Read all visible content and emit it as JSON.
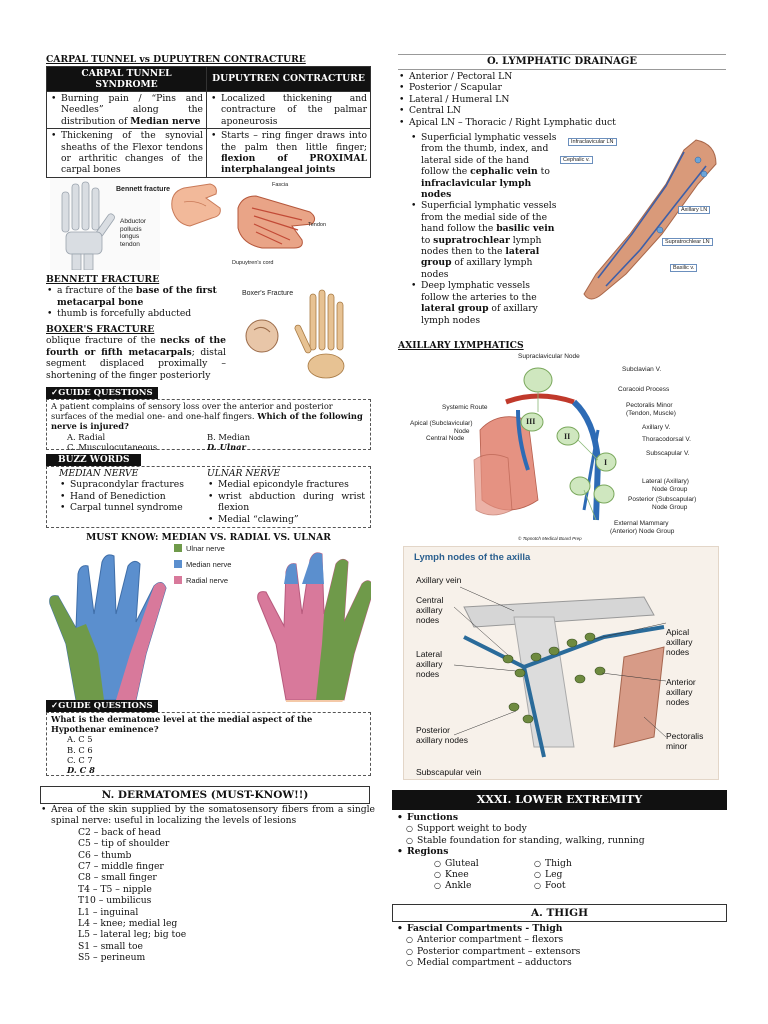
{
  "carpal": {
    "title": "CARPAL TUNNEL vs DUPUYTREN CONTRACTURE",
    "col1": "CARPAL TUNNEL SYNDROME",
    "col2": "DUPUYTREN CONTRACTURE",
    "r1c1a": "Burning pain / “Pins and Needles” along the distribution of ",
    "r1c1b": "Median nerve",
    "r1c2": "Localized thickening and contracture of the palmar aponeurosis",
    "r2c1": "Thickening of the synovial sheaths of the Flexor tendons or arthritic changes of the carpal bones",
    "r2c2a": "Starts – ring finger draws into the palm then little finger; ",
    "r2c2b": "flexion of PROXIMAL interphalangeal joints"
  },
  "fig_hand": {
    "bennett_label": "Bennett fracture",
    "abductor_label": "Abductor pollucis longus tendon",
    "fascia_label": "Fascia",
    "tendon_label": "Tendon",
    "cord_label": "Dupuytren's cord",
    "boxer_label": "Boxer's Fracture"
  },
  "bennett": {
    "title": "BENNETT FRACTURE",
    "b1a": "a fracture of the ",
    "b1b": "base of the first metacarpal bone",
    "b2": "thumb is forcefully abducted"
  },
  "boxer": {
    "title": "BOXER'S FRACTURE",
    "t1": "oblique fracture of the ",
    "t2": "necks of the fourth or fifth metacarpals",
    "t3": "; distal segment displaced proximally – shortening of the finger posteriorly"
  },
  "gq1": {
    "tag": "✓GUIDE QUESTIONS",
    "q1": "A patient complains of sensory loss over the anterior and posterior surfaces of the medial one- and one-half fingers. ",
    "q2": "Which of the following nerve is injured?",
    "a": "A. Radial",
    "b": "B. Median",
    "c": "C. Musculocutaneous",
    "d": "D. Ulnar"
  },
  "buzz": {
    "tag": "BUZZ WORDS",
    "median_head": "MEDIAN NERVE",
    "ulnar_head": "ULNAR NERVE",
    "median": [
      "Supracondylar fractures",
      "Hand of Benediction",
      "Carpal tunnel syndrome"
    ],
    "ulnar": [
      "Medial epicondyle fractures",
      "wrist abduction during wrist flexion",
      "Medial “clawing”"
    ]
  },
  "mustknow": {
    "title": "MUST KNOW: MEDIAN VS. RADIAL VS. ULNAR",
    "legend": [
      "Ulnar nerve",
      "Median nerve",
      "Radial nerve"
    ],
    "colors": {
      "ulnar": "#6f9a4a",
      "median": "#5b8fce",
      "radial": "#d8799b",
      "skin": "#f4c9a8"
    }
  },
  "gq2": {
    "tag": "✓GUIDE QUESTIONS",
    "q": "What is the dermatome level at the medial aspect of the Hypothenar eminence?",
    "a": "A. C 5",
    "b": "B. C 6",
    "c": "C. C 7",
    "d": "D. C 8"
  },
  "derm": {
    "title": "N. DERMATOMES (MUST-KNOW!!)",
    "intro": "Area of the skin supplied by the somatosensory fibers from a single spinal nerve:  useful in localizing the levels of lesions",
    "levels": [
      "C2 – back of head",
      "C5 – tip of shoulder",
      "C6 – thumb",
      "C7 – middle finger",
      "C8 – small finger",
      "T4 – T5 – nipple",
      "T10 – umbilicus",
      "L1 – inguinal",
      "L4 – knee; medial leg",
      "L5 – lateral leg; big toe",
      "S1 – small toe",
      "S5 – perineum"
    ]
  },
  "lymph": {
    "title": "O. LYMPHATIC DRAINAGE",
    "items": [
      "Anterior / Pectoral LN",
      "Posterior / Scapular",
      "Lateral / Humeral LN",
      "Central  LN",
      "Apical LN – Thoracic / Right Lymphatic duct"
    ],
    "s1a": "Superficial lymphatic vessels from the thumb, index, and lateral side of the hand follow the ",
    "s1b": "cephalic vein",
    "s1c": " to ",
    "s1d": "infraclavicular lymph nodes",
    "s2a": "Superficial lymphatic vessels from the medial side of the hand follow the ",
    "s2b": "basilic vein",
    "s2c": " to ",
    "s2d": "supratrochlear",
    "s2e": " lymph nodes then to the ",
    "s2f": "lateral group",
    "s2g": " of axillary lymph nodes",
    "s3a": "Deep lymphatic vessels follow the arteries to the ",
    "s3b": "lateral group",
    "s3c": " of axillary lymph nodes"
  },
  "arm_fig": {
    "infra": "Infraclavicular LN",
    "cephalic": "Cephalic v.",
    "axillary": "Axillary LN",
    "supra": "Supratrochlear LN",
    "basilic": "Basilic v."
  },
  "axlym": {
    "title": "AXILLARY LYMPHATICS",
    "labels": {
      "supraclav": "Supraclavicular Node",
      "subclavian": "Subclavian V.",
      "coracoid": "Coracoid Process",
      "pect": "Pectoralis Minor",
      "pect2": "(Tendon, Muscle)",
      "systemic": "Systemic Route",
      "apical": "Apical (Subclavicular)",
      "apical2": "Node",
      "central": "Central Node",
      "axv": "Axillary V.",
      "thoraco": "Thoracodorsal V.",
      "subscap": "Subscapular V.",
      "lateral": "Lateral (Axillary)",
      "lateral2": "Node Group",
      "posterior": "Posterior (Subscapular)",
      "posterior2": "Node Group",
      "external": "External Mammary",
      "external2": "(Anterior) Node Group",
      "copy": "© Topnotch Medical Board Prep",
      "r3": "III",
      "r2": "II",
      "r1": "I"
    }
  },
  "axilla": {
    "title": "Lymph nodes of the axilla",
    "axv": "Axillary vein",
    "central": [
      "Central",
      "axillary",
      "nodes"
    ],
    "lateral": [
      "Lateral",
      "axillary",
      "nodes"
    ],
    "posterior": [
      "Posterior",
      "axillary nodes"
    ],
    "subscap": "Subscapular vein",
    "apical": [
      "Apical",
      "axillary",
      "nodes"
    ],
    "anterior": [
      "Anterior",
      "axillary",
      "nodes"
    ],
    "pect": [
      "Pectoralis",
      "minor"
    ]
  },
  "lower": {
    "title": "XXXI. LOWER EXTREMITY",
    "functions": "Functions",
    "f1": "Support weight to body",
    "f2": "Stable foundation for standing, walking, running",
    "regions": "Regions",
    "regA": [
      "Gluteal",
      "Knee",
      "Ankle"
    ],
    "regB": [
      "Thigh",
      "Leg",
      "Foot"
    ]
  },
  "thigh": {
    "title": "A. THIGH",
    "head": "Fascial Compartments - Thigh",
    "items": [
      "Anterior compartment – flexors",
      "Posterior compartment – extensors",
      "Medial compartment – adductors"
    ]
  }
}
